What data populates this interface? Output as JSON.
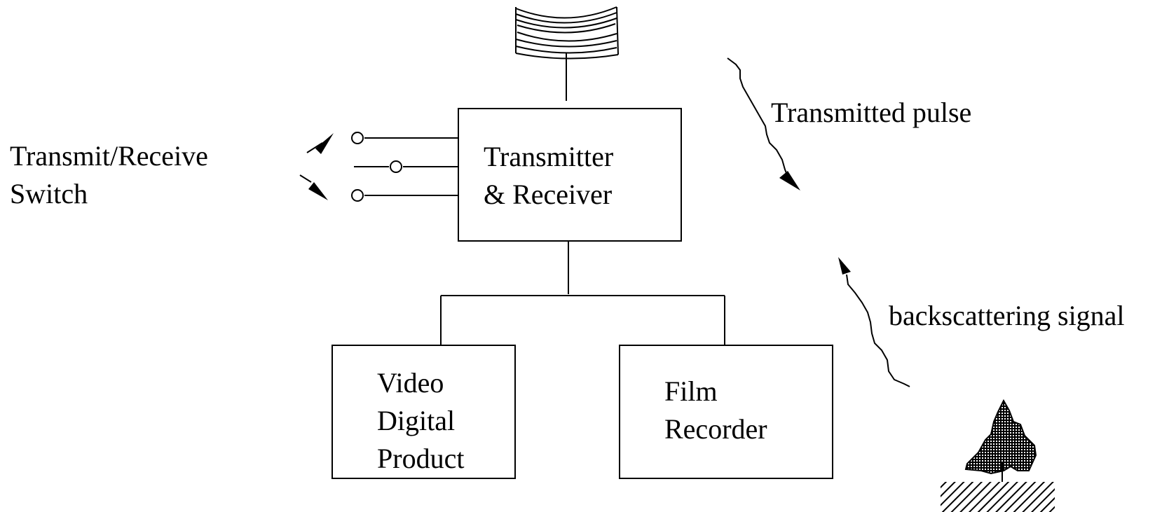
{
  "switch_label": {
    "line1": "Transmit/Receive",
    "line2": "Switch"
  },
  "transceiver": {
    "line1": "Transmitter",
    "line2": "& Receiver"
  },
  "video_box": {
    "line1": "Video",
    "line2": "Digital",
    "line3": "Product"
  },
  "film_box": {
    "line1": "Film",
    "line2": "Recorder"
  },
  "transmitted_label": "Transmitted pulse",
  "backscatter_label": "backscattering signal",
  "colors": {
    "ink": "#000000",
    "background": "#ffffff"
  },
  "icons": [
    "antenna-icon",
    "tree-icon",
    "ground-hatch-icon",
    "arrowhead-icon"
  ]
}
